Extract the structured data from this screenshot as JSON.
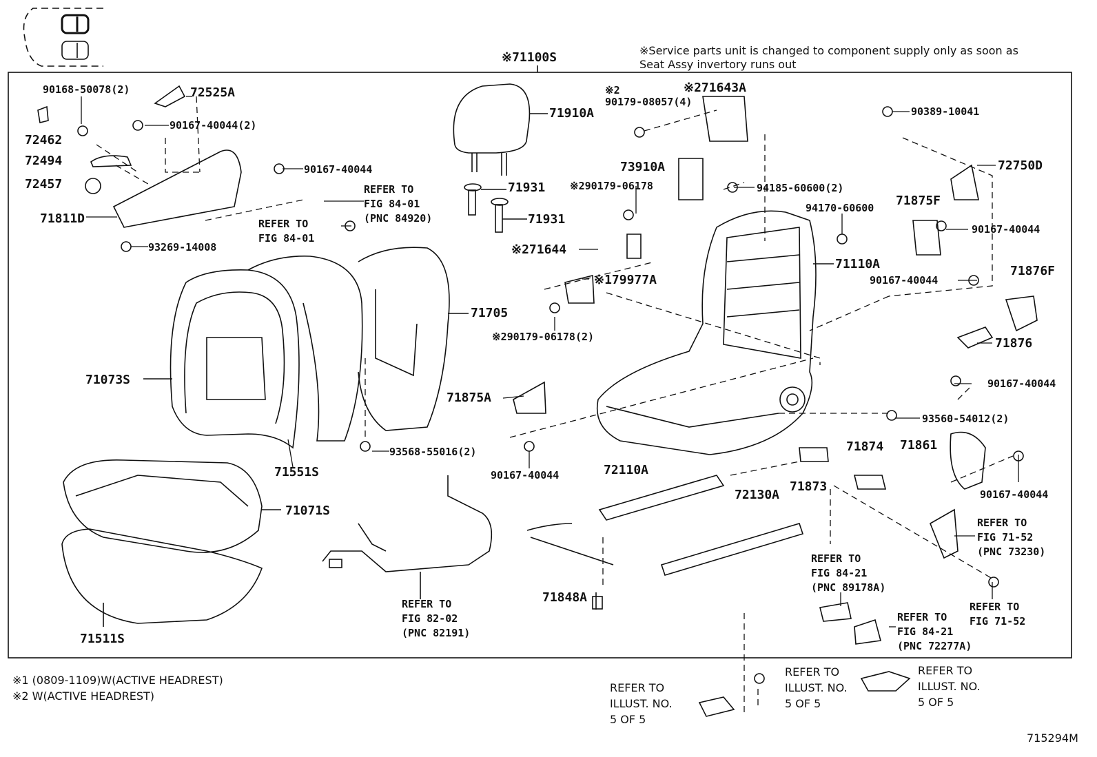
{
  "title_code": "※71100S",
  "service_note_l1": "※Service parts unit is changed to component supply only as soon as",
  "service_note_l2": "Seat Assy invertory runs out",
  "footnote_1": "※1 (0809-1109)W(ACTIVE HEADREST)",
  "footnote_2": "※2 W(ACTIVE HEADREST)",
  "illustration_number": "715294M",
  "parts": {
    "p90168_50078": "90168-50078(2)",
    "p72525A": "72525A",
    "p90167_40044_2a": "90167-40044(2)",
    "p72462": "72462",
    "p72494": "72494",
    "p72457": "72457",
    "p90167_40044_a": "90167-40044",
    "p71811D": "71811D",
    "p93269_14008": "93269-14008",
    "p71910A": "71910A",
    "p71931_a": "71931",
    "p71931_b": "71931",
    "p71705": "71705",
    "p71073S": "71073S",
    "p71551S": "71551S",
    "p71071S": "71071S",
    "p71511S": "71511S",
    "p93568_55016": "93568-55016(2)",
    "note2_a": "※2",
    "p90179_08057": "90179-08057(4)",
    "p71643A": "※271643A",
    "p73910A": "73910A",
    "p290179_06178": "※290179-06178",
    "p94185_60600": "94185-60600(2)",
    "p71644": "※271644",
    "p79977A": "※179977A",
    "p90179_06178_2": "※290179-06178(2)",
    "p94170_60600": "94170-60600",
    "p71110A": "71110A",
    "p90389_10041": "90389-10041",
    "p72750D": "72750D",
    "p71875F": "71875F",
    "p90167_40044_b": "90167-40044",
    "p90167_40044_c": "90167-40044",
    "p71876F": "71876F",
    "p71876": "71876",
    "p90167_40044_d": "90167-40044",
    "p93560_54012": "93560-54012(2)",
    "p71875A": "71875A",
    "p90167_40044_e": "90167-40044",
    "p72110A": "72110A",
    "p72130A": "72130A",
    "p71874": "71874",
    "p71873": "71873",
    "p71861": "71861",
    "p90167_40044_f": "90167-40044",
    "p71848A": "71848A"
  },
  "refs": {
    "r_fig8401_pnc": [
      "REFER TO",
      "FIG 84-01",
      "(PNC 84920)"
    ],
    "r_fig8401": [
      "REFER TO",
      "FIG 84-01"
    ],
    "r_fig8202": [
      "REFER TO",
      "FIG 82-02",
      "(PNC 82191)"
    ],
    "r_fig8421_a": [
      "REFER TO",
      "FIG 84-21",
      "(PNC 89178A)"
    ],
    "r_fig7152_a": [
      "REFER TO",
      "FIG 71-52",
      "(PNC 73230)"
    ],
    "r_fig8421_b": [
      "REFER TO",
      "FIG 84-21",
      "(PNC 72277A)"
    ],
    "r_fig7152_b": [
      "REFER TO",
      "FIG 71-52"
    ],
    "r_illust_a": [
      "REFER TO",
      "ILLUST. NO.",
      "5 OF 5"
    ],
    "r_illust_b": [
      "REFER TO",
      "ILLUST. NO.",
      "5 OF 5"
    ],
    "r_illust_c": [
      "REFER TO",
      "ILLUST. NO.",
      "5 OF 5"
    ]
  }
}
